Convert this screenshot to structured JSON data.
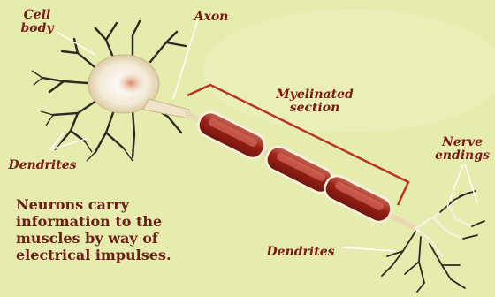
{
  "labels": {
    "cell_body": "Cell\nbody",
    "axon": "Axon",
    "myelinated_section": "Myelinated\nsection",
    "nerve_endings": "Nerve\nendings",
    "dendrites_left": "Dendrites",
    "dendrites_right": "Dendrites"
  },
  "caption": "Neurons carry information to the muscles by way of electrical impulses."
}
